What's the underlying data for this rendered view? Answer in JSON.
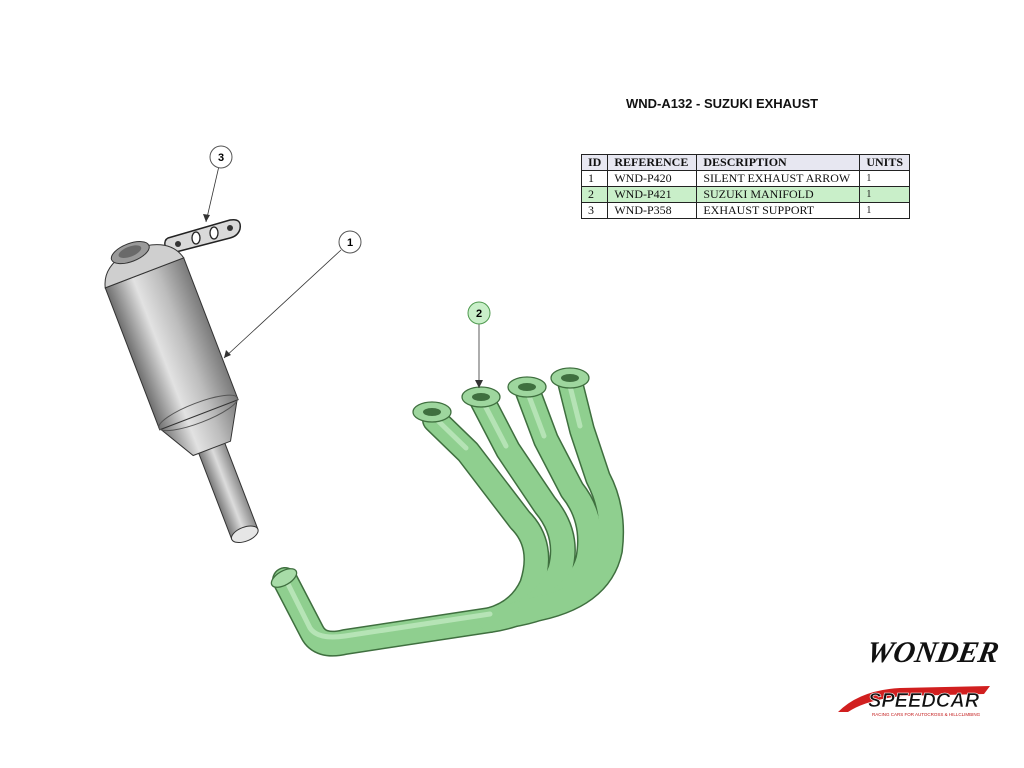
{
  "title": "WND-A132 -  SUZUKI EXHAUST",
  "table": {
    "headers": [
      "ID",
      "REFERENCE",
      "DESCRIPTION",
      "UNITS"
    ],
    "rows": [
      {
        "id": "1",
        "reference": "WND-P420",
        "description": "SILENT EXHAUST ARROW",
        "units": "1",
        "highlight": false
      },
      {
        "id": "2",
        "reference": "WND-P421",
        "description": "SUZUKI MANIFOLD",
        "units": "1",
        "highlight": true
      },
      {
        "id": "3",
        "reference": "WND-P358",
        "description": "EXHAUST SUPPORT",
        "units": "1",
        "highlight": false
      }
    ]
  },
  "callouts": {
    "c1": "1",
    "c2": "2",
    "c3": "3"
  },
  "brand": {
    "wonder": "WONDER",
    "speedcar": "SPEEDCAR",
    "tagline": "RACING CARS FOR AUTOCROSS & HILLCLIMBING"
  },
  "colors": {
    "highlight": "#c9efc9",
    "manifold": "#8fcf8f",
    "header_bg": "#e7e7f1"
  }
}
